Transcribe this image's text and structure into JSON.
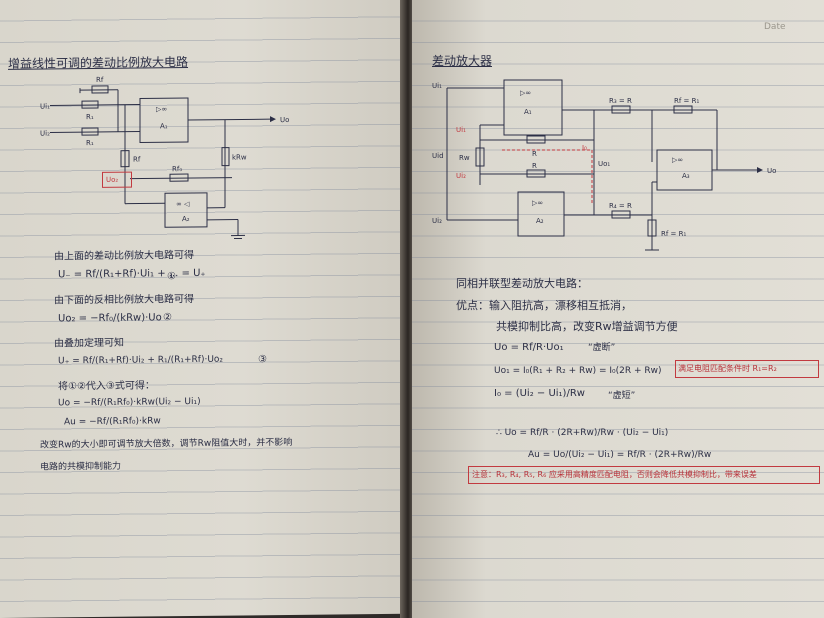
{
  "header": {
    "date_label": "Date"
  },
  "left_page": {
    "title": "增益线性可调的差动比例放大电路",
    "circuit": {
      "labels": {
        "u_i2": "Ui₂",
        "u_i1": "Ui₁",
        "r_f_top": "Rf",
        "r1_a": "R₁",
        "r1_b": "R₁",
        "opamp_a1_symbol": "▷∞",
        "opamp_a1_name": "A₁",
        "output": "Uo",
        "r_f_mid": "Rf",
        "kr_w": "kRw",
        "u_o2": "Uo₂",
        "r_f0": "Rf₀",
        "opamp_a2_symbol": "∞ ◁",
        "opamp_a2_name": "A₂"
      }
    },
    "lines": [
      "由上面的差动比例放大电路可得",
      "U₋ = Rf/(R₁+Rf)·Ui₁ + ... = U₊",
      "由下面的反相比例放大电路可得",
      "Uo₂ = −Rf₀/(kRw)·Uo",
      "由叠加定理可知",
      "U₊ = Rf/(R₁+Rf)·Ui₂ + R₁/(R₁+Rf)·Uo₂",
      "将①②代入③式可得：",
      "Uo = −Rf/(R₁Rf₀)·kRw(Ui₂ − Ui₁)",
      "Au = −Rf/(R₁Rf₀)·kRw",
      "改变Rw的大小即可调节放大倍数，调节Rw阻值大时，并不影响",
      "电路的共模抑制能力"
    ],
    "markers": [
      "①",
      "②",
      "③"
    ]
  },
  "right_page": {
    "title": "差动放大器",
    "circuit": {
      "labels": {
        "u_i1": "Ui₁",
        "u_i2": "Ui₂",
        "u_id": "Uid",
        "u_i1_red": "Ui₁",
        "u_i2_red": "Ui₂",
        "a1_symbol": "▷∞",
        "a1_name": "A₁",
        "a2_symbol": "▷∞",
        "a2_name": "A₂",
        "a3_symbol": "▷∞",
        "a3_name": "A₃",
        "r_top": "R",
        "r_bottom": "R",
        "r_w": "Rw",
        "i_o": "I₀",
        "r_s_top": "R₃ = R",
        "r_s_bottom": "R₄ = R",
        "r_f_top": "Rf = R₁",
        "r_f_bottom": "Rf = R₁",
        "u_o1": "Uo₁",
        "u_o": "Uo"
      }
    },
    "heading2": "同相并联型差动放大电路：",
    "advantages": [
      "优点：输入阻抗高，漂移相互抵消，",
      "共模抑制比高，改变Rw增益调节方便"
    ],
    "equations": [
      "Uo = Rf/R·Uo₁",
      "Uo₁ = I₀(R₁ + R₂ + Rw) = I₀(2R + Rw)",
      "I₀ = (Ui₂ − Ui₁)/Rw",
      "∴ Uo = Rf/R · (2R+Rw)/Rw · (Ui₂ − Ui₁)",
      "Au = Uo/(Ui₂ − Ui₁) = Rf/R · (2R+Rw)/Rw"
    ],
    "quote_short": "“虚断”",
    "quote_ground": "“虚短”",
    "red_note": "满足电阻匹配条件时 R₁=R₂",
    "warning": "注意：R₃, R₄, R₅, R₆ 应采用高精度匹配电阻，否则会降低共模抑制比，带来误差"
  }
}
